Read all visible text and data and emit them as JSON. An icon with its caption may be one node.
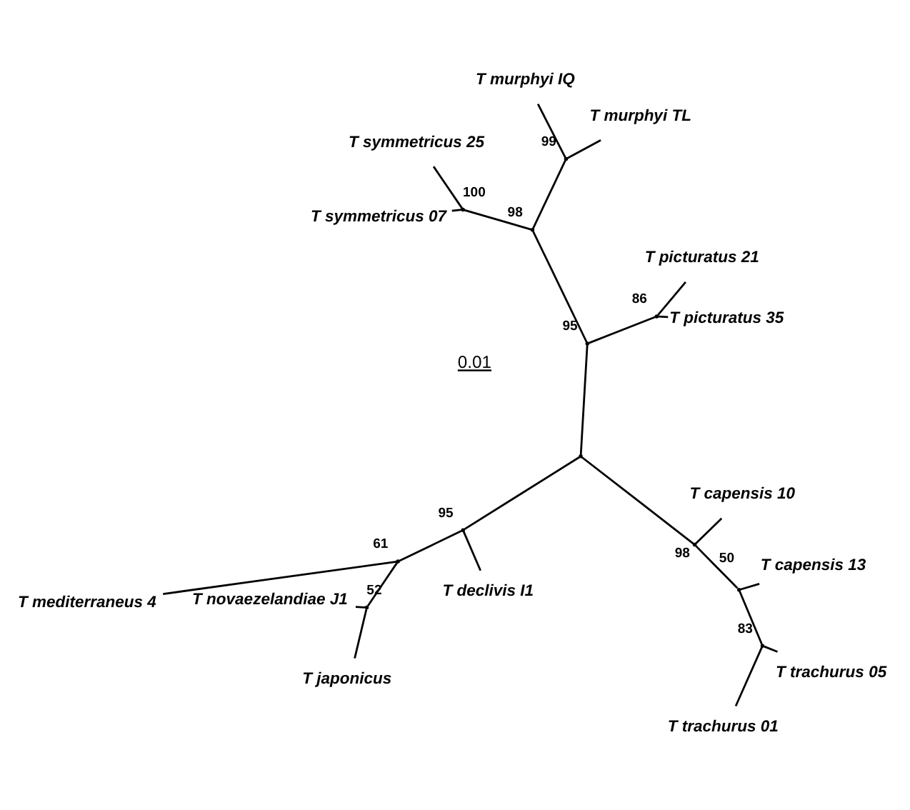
{
  "diagram": {
    "nodes": [
      {
        "text": [
          "T mediterraneus 4"
        ]
      },
      {
        "text": [
          "T japonicus"
        ]
      },
      {
        "text": [
          "T declivis I1"
        ]
      },
      {
        "text": [],
        "shape": "point",
        "beside": [
          "95"
        ]
      },
      {
        "text": [],
        "shape": "point",
        "beside": [
          "61"
        ]
      },
      {
        "text": [],
        "shape": "point",
        "beside": [
          "52"
        ]
      },
      {
        "text": [
          "T novaezelandiae J1"
        ]
      },
      {
        "text": [
          "T trachurus 05"
        ]
      },
      {
        "text": [],
        "shape": "point",
        "beside": [
          "83"
        ]
      },
      {
        "text": [
          "T trachurus 01"
        ]
      },
      {
        "text": [],
        "shape": "point",
        "beside": [
          "50"
        ]
      },
      {
        "text": [],
        "shape": "point",
        "beside": [
          "98"
        ]
      },
      {
        "text": [
          "T capensis 13"
        ]
      },
      {
        "text": [
          "T capensis 10"
        ]
      },
      {
        "text": [],
        "shape": "point"
      },
      {
        "text": [],
        "shape": "point",
        "beside": [
          "95"
        ]
      },
      {
        "text": [],
        "shape": "point",
        "beside": [
          "86"
        ]
      },
      {
        "text": [],
        "shape": "point",
        "beside": [
          "98"
        ]
      },
      {
        "text": [],
        "shape": "point",
        "beside": [
          "100"
        ]
      },
      {
        "text": [
          "T symmetricus 25"
        ]
      },
      {
        "text": [
          "T symmetricus 07"
        ]
      },
      {
        "text": [
          "T picturatus 35"
        ]
      },
      {
        "text": [
          "T picturatus 21"
        ]
      },
      {
        "text": [],
        "shape": "point",
        "beside": [
          "99"
        ]
      },
      {
        "text": [
          "T murphyi IQ"
        ]
      },
      {
        "text": [
          "T murphyi TL"
        ]
      }
    ],
    "edges": [
      {
        "from": 14,
        "to": 3,
        "arrow": "none"
      },
      {
        "from": 3,
        "to": 2,
        "arrow": "none"
      },
      {
        "from": 3,
        "to": 4,
        "arrow": "none"
      },
      {
        "from": 4,
        "to": 0,
        "arrow": "none"
      },
      {
        "from": 4,
        "to": 5,
        "arrow": "none"
      },
      {
        "from": 5,
        "to": 1,
        "arrow": "none"
      },
      {
        "from": 5,
        "to": 6,
        "arrow": "none"
      },
      {
        "from": 14,
        "to": 11,
        "arrow": "none"
      },
      {
        "from": 11,
        "to": 13,
        "arrow": "none"
      },
      {
        "from": 11,
        "to": 10,
        "arrow": "none"
      },
      {
        "from": 10,
        "to": 12,
        "arrow": "none"
      },
      {
        "from": 10,
        "to": 8,
        "arrow": "none"
      },
      {
        "from": 8,
        "to": 7,
        "arrow": "none"
      },
      {
        "from": 8,
        "to": 9,
        "arrow": "none"
      },
      {
        "from": 14,
        "to": 15,
        "arrow": "none"
      },
      {
        "from": 15,
        "to": 16,
        "arrow": "none"
      },
      {
        "from": 16,
        "to": 21,
        "arrow": "none"
      },
      {
        "from": 16,
        "to": 22,
        "arrow": "none"
      },
      {
        "from": 15,
        "to": 17,
        "arrow": "none"
      },
      {
        "from": 17,
        "to": 18,
        "arrow": "none"
      },
      {
        "from": 18,
        "to": 19,
        "arrow": "none"
      },
      {
        "from": 18,
        "to": 20,
        "arrow": "none"
      },
      {
        "from": 17,
        "to": 23,
        "arrow": "none"
      },
      {
        "from": 23,
        "to": 24,
        "arrow": "none"
      },
      {
        "from": 23,
        "to": 25,
        "arrow": "none"
      }
    ],
    "labels": [
      "0.01"
    ]
  }
}
